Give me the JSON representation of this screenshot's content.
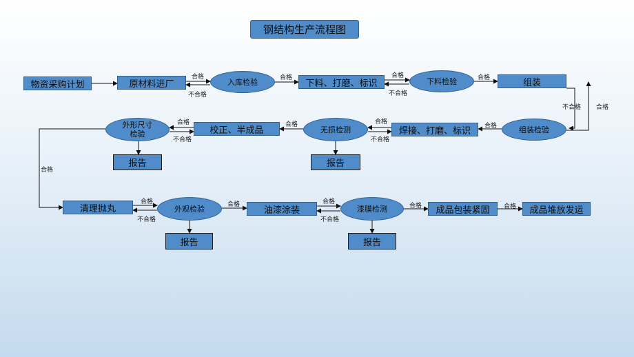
{
  "title": "钢结构生产流程图",
  "nodes": {
    "material_plan": "物资采购计划",
    "raw_material_in": "原材料进厂",
    "incoming_inspection": "入库检验",
    "cut_grind_mark_1": "下料、打磨、标识",
    "cutting_inspection": "下料检验",
    "assembly": "组装",
    "assembly_inspection": "组装检验",
    "weld_grind_mark": "焊接、打磨、标识",
    "ndt": "无损检测",
    "straighten_semi": "校正、半成品",
    "dimension_inspection_line1": "外形尺寸",
    "dimension_inspection_line2": "检验",
    "shot_blast": "清理抛丸",
    "visual_inspection": "外观检验",
    "painting": "油漆涂装",
    "film_test": "漆膜检测",
    "packing": "成品包装紧固",
    "stacking_shipping": "成品堆放发运"
  },
  "reports": [
    "报告",
    "报告",
    "报告",
    "报告"
  ],
  "labels": {
    "pass": "合格",
    "fail": "不合格"
  }
}
